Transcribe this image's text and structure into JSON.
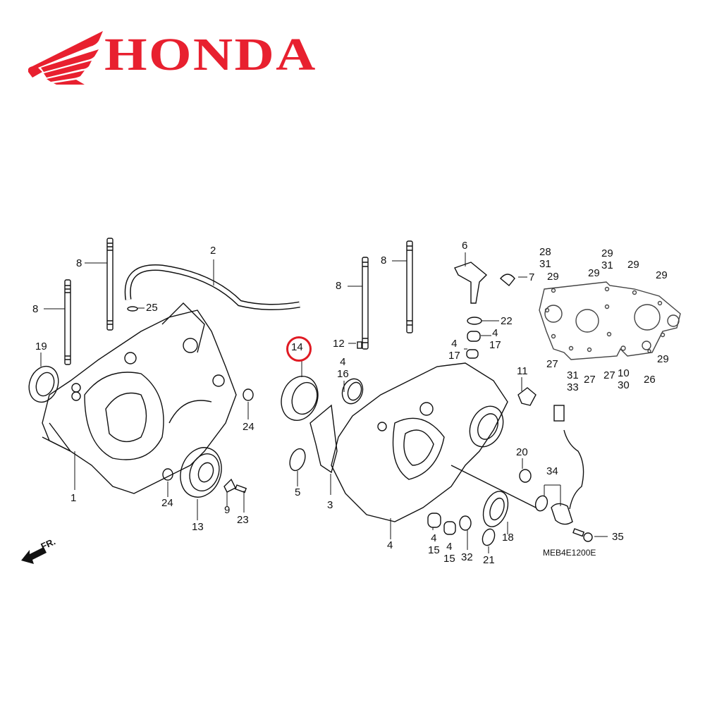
{
  "brand": {
    "name": "HONDA",
    "color": "#e8202f",
    "wing_icon": "honda-wing-icon"
  },
  "diagram": {
    "title": "Crankcase exploded parts diagram",
    "code": "MEB4E1200E",
    "front_indicator": "FR.",
    "highlight": {
      "part": "14",
      "color": "#e01b24"
    },
    "callouts": [
      {
        "id": "c1",
        "text": "1"
      },
      {
        "id": "c2",
        "text": "2"
      },
      {
        "id": "c3",
        "text": "3"
      },
      {
        "id": "c4a",
        "text": "4"
      },
      {
        "id": "c4-16",
        "text": "4\n16"
      },
      {
        "id": "c4-17a",
        "text": "4\n17"
      },
      {
        "id": "c4-17b",
        "text": "4\n17"
      },
      {
        "id": "c4-15a",
        "text": "4\n15"
      },
      {
        "id": "c4-15b",
        "text": "4\n15"
      },
      {
        "id": "c5",
        "text": "5"
      },
      {
        "id": "c6",
        "text": "6"
      },
      {
        "id": "c7",
        "text": "7"
      },
      {
        "id": "c8a",
        "text": "8"
      },
      {
        "id": "c8b",
        "text": "8"
      },
      {
        "id": "c8c",
        "text": "8"
      },
      {
        "id": "c8d",
        "text": "8"
      },
      {
        "id": "c9",
        "text": "9"
      },
      {
        "id": "c10-30",
        "text": "10\n30"
      },
      {
        "id": "c11",
        "text": "11"
      },
      {
        "id": "c12",
        "text": "12"
      },
      {
        "id": "c13",
        "text": "13"
      },
      {
        "id": "c14",
        "text": "14"
      },
      {
        "id": "c18",
        "text": "18"
      },
      {
        "id": "c19",
        "text": "19"
      },
      {
        "id": "c20",
        "text": "20"
      },
      {
        "id": "c21",
        "text": "21"
      },
      {
        "id": "c22",
        "text": "22"
      },
      {
        "id": "c23",
        "text": "23"
      },
      {
        "id": "c24a",
        "text": "24"
      },
      {
        "id": "c24b",
        "text": "24"
      },
      {
        "id": "c25",
        "text": "25"
      },
      {
        "id": "c26",
        "text": "26"
      },
      {
        "id": "c27a",
        "text": "27"
      },
      {
        "id": "c27b",
        "text": "27"
      },
      {
        "id": "c27c",
        "text": "27"
      },
      {
        "id": "c28-31",
        "text": "28\n31"
      },
      {
        "id": "c29a",
        "text": "29"
      },
      {
        "id": "c29b",
        "text": "29"
      },
      {
        "id": "c29-31",
        "text": "29\n31"
      },
      {
        "id": "c29c",
        "text": "29"
      },
      {
        "id": "c29d",
        "text": "29"
      },
      {
        "id": "c29e",
        "text": "29"
      },
      {
        "id": "c31-33",
        "text": "31\n33"
      },
      {
        "id": "c32",
        "text": "32"
      },
      {
        "id": "c34",
        "text": "34"
      },
      {
        "id": "c35",
        "text": "35"
      }
    ]
  }
}
